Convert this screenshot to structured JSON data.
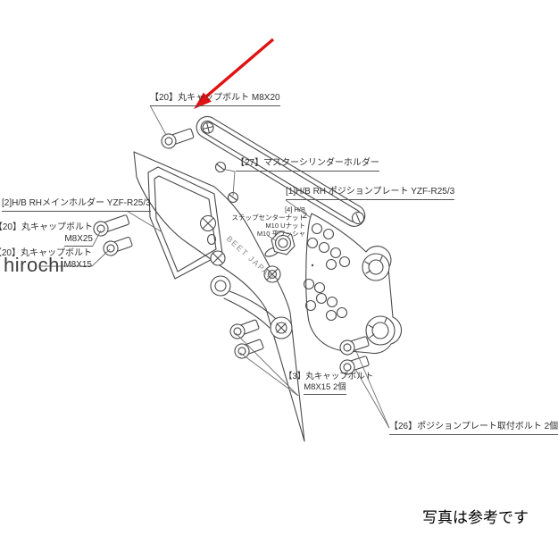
{
  "colors": {
    "arrow_red": "#e01212",
    "line_gray": "#4a4a4a",
    "text": "#2f2f2f"
  },
  "watermark": "hirochi",
  "note_bottom_right": "写真は参考です",
  "engraving": "BEET JAPAN",
  "callouts": {
    "bolt_m8x20": "【20】丸キャップボルト M8X20",
    "master_cylinder_holder": "【27】マスターシリンダーホルダー",
    "main_holder": "[2]H/B RHメインホルダー YZF-R25/3",
    "bolt_m8x25_l1": "【20】丸キャップボルト",
    "bolt_m8x25_l2": "M8X25",
    "bolt_m8x15_l1": "【20】丸キャップボルト",
    "bolt_m8x15_l2": "M8X15",
    "position_plate": "[1]H/B RH ポジションプレート YZF-R25/3",
    "step_nut_l1": "[4] H/B",
    "step_nut_l2": "ステップセンターナット",
    "step_nut_l3": "M10 Uナット",
    "step_nut_l4": "M10 平ワッシャ",
    "step_nut_qty": "2",
    "bolt_pair_l1": "【3】丸キャップボルト",
    "bolt_pair_l2": "M8X15 2個",
    "position_plate_bolt": "【26】ポジションプレート取付ボルト 2個"
  }
}
